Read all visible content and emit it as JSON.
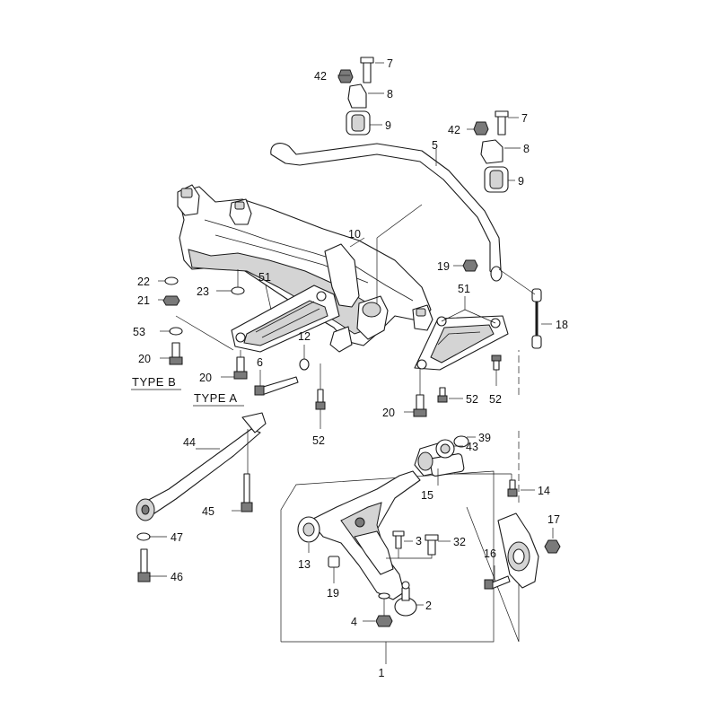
{
  "labels": {
    "type_b": "TYPE B",
    "type_a": "TYPE A"
  },
  "callouts": {
    "c1": "1",
    "c2": "2",
    "c3": "3",
    "c4": "4",
    "c5": "5",
    "c6": "6",
    "c7a": "7",
    "c7b": "7",
    "c8a": "8",
    "c8b": "8",
    "c9a": "9",
    "c9b": "9",
    "c10": "10",
    "c12": "12",
    "c13": "13",
    "c14": "14",
    "c15": "15",
    "c16": "16",
    "c17": "17",
    "c18": "18",
    "c19a": "19",
    "c19b": "19",
    "c20a": "20",
    "c20b": "20",
    "c20c": "20",
    "c21": "21",
    "c22": "22",
    "c23": "23",
    "c32": "32",
    "c39": "39",
    "c42a": "42",
    "c42b": "42",
    "c43": "43",
    "c44": "44",
    "c45": "45",
    "c46": "46",
    "c47": "47",
    "c51a": "51",
    "c51b": "51",
    "c52a": "52",
    "c52b": "52",
    "c52c": "52",
    "c53": "53"
  }
}
